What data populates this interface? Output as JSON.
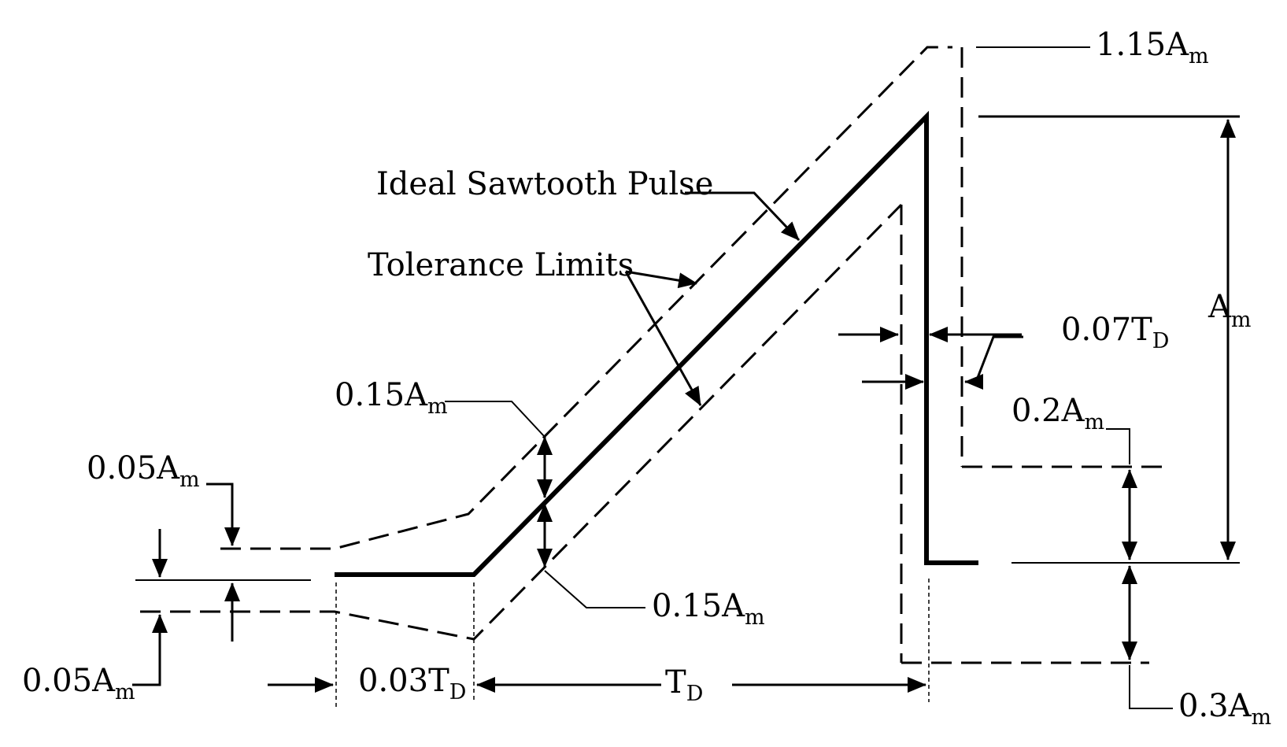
{
  "labels": {
    "ideal_pulse": "Ideal Sawtooth Pulse",
    "tolerance_limits": "Tolerance Limits"
  },
  "dimensions": {
    "upper_peak": {
      "main": "1.15A",
      "sub": "m"
    },
    "amplitude": {
      "main": "A",
      "sub": "m"
    },
    "fall_tolerance": {
      "main": "0.07T",
      "sub": "D"
    },
    "ramp_upper_tol": {
      "main": "0.15A",
      "sub": "m"
    },
    "ramp_lower_tol": {
      "main": "0.15A",
      "sub": "m"
    },
    "pre_upper_tol": {
      "main": "0.05A",
      "sub": "m"
    },
    "pre_lower_tol": {
      "main": "0.05A",
      "sub": "m"
    },
    "post_upper_tol": {
      "main": "0.2A",
      "sub": "m"
    },
    "post_lower_tol": {
      "main": "0.3A",
      "sub": "m"
    },
    "rise_delay": {
      "main": "0.03T",
      "sub": "D"
    },
    "duration": {
      "main": "T",
      "sub": "D"
    }
  }
}
